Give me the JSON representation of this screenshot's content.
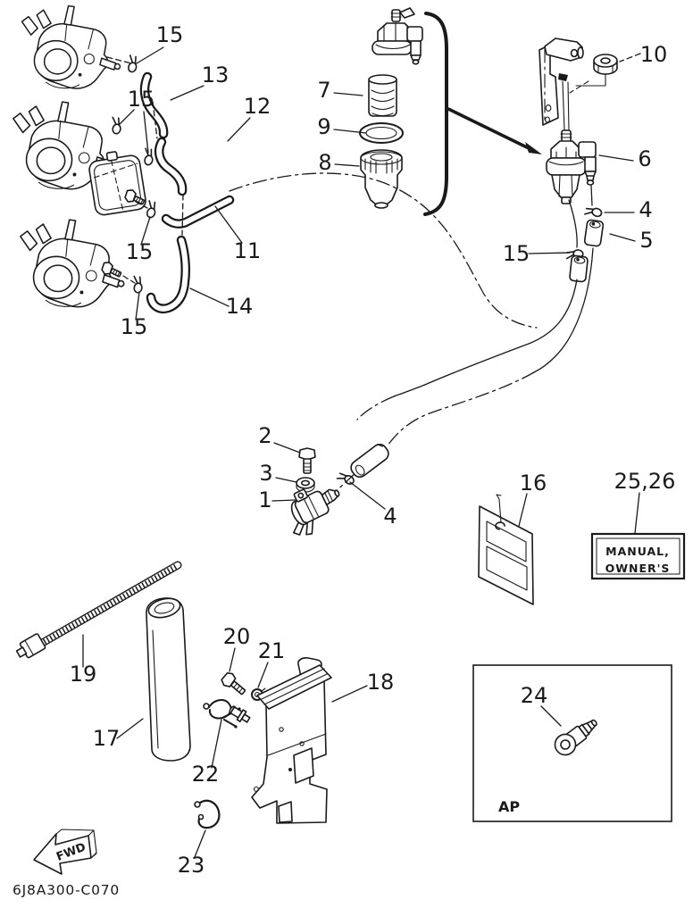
{
  "colors": {
    "ink": "#1a1a1a",
    "paper": "#ffffff"
  },
  "diagram": {
    "code": "6J8A300-C070",
    "fwd_arrow": {
      "label": "FWD"
    },
    "ap_box": {
      "label": "AP"
    },
    "manual_box": {
      "line1": "MANUAL,",
      "line2": "OWNER'S"
    },
    "callouts": [
      {
        "label": "15"
      },
      {
        "label": "13"
      },
      {
        "label": "15"
      },
      {
        "label": "12"
      },
      {
        "label": "7"
      },
      {
        "label": "9"
      },
      {
        "label": "8"
      },
      {
        "label": "10"
      },
      {
        "label": "6"
      },
      {
        "label": "4"
      },
      {
        "label": "5"
      },
      {
        "label": "15"
      },
      {
        "label": "11"
      },
      {
        "label": "14"
      },
      {
        "label": "15"
      },
      {
        "label": "15"
      },
      {
        "label": "2"
      },
      {
        "label": "3"
      },
      {
        "label": "1"
      },
      {
        "label": "4"
      },
      {
        "label": "16"
      },
      {
        "label": "25,26"
      },
      {
        "label": "19"
      },
      {
        "label": "17"
      },
      {
        "label": "20"
      },
      {
        "label": "21"
      },
      {
        "label": "22"
      },
      {
        "label": "18"
      },
      {
        "label": "23"
      },
      {
        "label": "24"
      }
    ]
  }
}
